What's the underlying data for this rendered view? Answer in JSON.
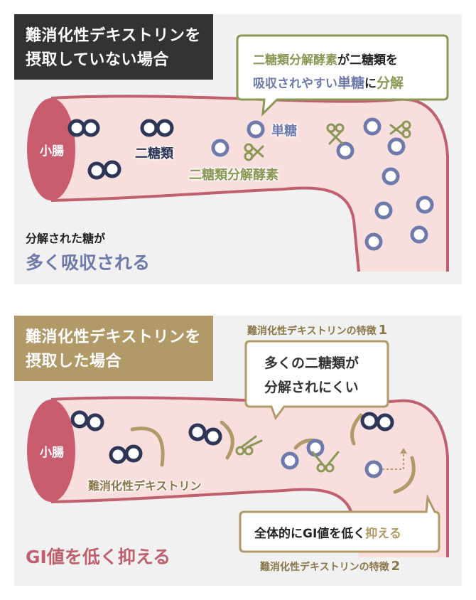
{
  "top": {
    "title_line1": "難消化性デキストリンを",
    "title_line2": "摂取していない場合",
    "bubble_part1": "二糖類分解酵素",
    "bubble_part2": "が二糖類を",
    "bubble_line2_part1": "吸収されやすい",
    "bubble_line2_part2": "単糖",
    "bubble_line2_part3": "に",
    "bubble_line2_part4": "分解",
    "label_intestine": "小腸",
    "label_disaccharide": "二糖類",
    "label_monosaccharide": "単糖",
    "label_enzyme": "二糖類分解酵素",
    "result_sub": "分解された糖が",
    "result_main": "多く吸収される"
  },
  "bottom": {
    "title_line1": "難消化性デキストリンを",
    "title_line2": "摂取した場合",
    "feature1_caption": "難消化性デキストリンの特徴",
    "feature1_num": "1",
    "bubble1_line1": "多くの二糖類が",
    "bubble1_line2": "分解されにくい",
    "label_intestine": "小腸",
    "label_dextrin": "難消化性デキストリン",
    "bubble2_part1": "全体的にGI値を低く",
    "bubble2_part2": "抑える",
    "feature2_caption": "難消化性デキストリンの特徴",
    "feature2_num": "2",
    "result_main": "GI値を低く抑える"
  },
  "colors": {
    "intestine_fill": "#f9dede",
    "intestine_outline": "#c0606f",
    "intestine_end": "#c95d6d",
    "navy": "#2d3656",
    "blue": "#6e7aab",
    "olive": "#8a9856",
    "gold": "#b19a68",
    "rose": "#c0606f"
  },
  "icons": {
    "scissors": "scissors-icon",
    "arrow": "arrow-icon"
  }
}
